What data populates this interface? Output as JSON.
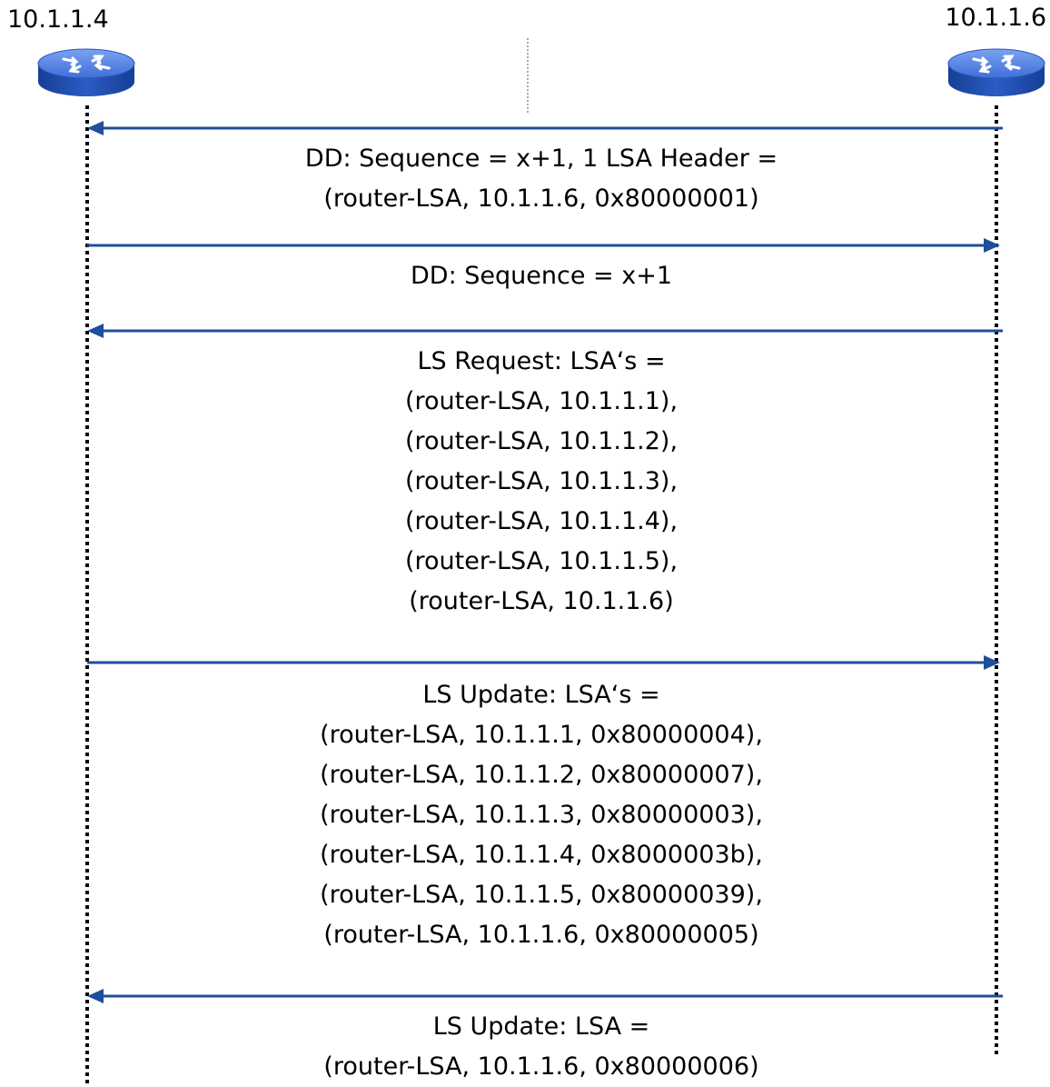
{
  "routers": {
    "left": {
      "label": "10.1.1.4",
      "icon": "router-icon"
    },
    "right": {
      "label": "10.1.1.6",
      "icon": "router-icon"
    }
  },
  "colors": {
    "arrow": "#1f4e9a",
    "router_top": "#4a7be0",
    "router_side": "#1c4fb3",
    "lifeline": "#000000"
  },
  "messages": [
    {
      "direction": "right-to-left",
      "lines": [
        "DD: Sequence = x+1, 1 LSA Header =",
        "(router-LSA, 10.1.1.6, 0x80000001)"
      ]
    },
    {
      "direction": "left-to-right",
      "lines": [
        "DD: Sequence = x+1"
      ]
    },
    {
      "direction": "right-to-left",
      "lines": [
        "LS Request: LSA‘s =",
        "(router-LSA, 10.1.1.1),",
        "(router-LSA, 10.1.1.2),",
        "(router-LSA, 10.1.1.3),",
        "(router-LSA, 10.1.1.4),",
        "(router-LSA, 10.1.1.5),",
        "(router-LSA, 10.1.1.6)"
      ]
    },
    {
      "direction": "left-to-right",
      "lines": [
        "LS Update: LSA‘s =",
        "(router-LSA, 10.1.1.1, 0x80000004),",
        "(router-LSA, 10.1.1.2, 0x80000007),",
        "(router-LSA, 10.1.1.3, 0x80000003),",
        "(router-LSA, 10.1.1.4, 0x8000003b),",
        "(router-LSA, 10.1.1.5, 0x80000039),",
        "(router-LSA, 10.1.1.6, 0x80000005)"
      ]
    },
    {
      "direction": "right-to-left",
      "lines": [
        "LS Update: LSA =",
        "(router-LSA, 10.1.1.6, 0x80000006)"
      ]
    }
  ]
}
